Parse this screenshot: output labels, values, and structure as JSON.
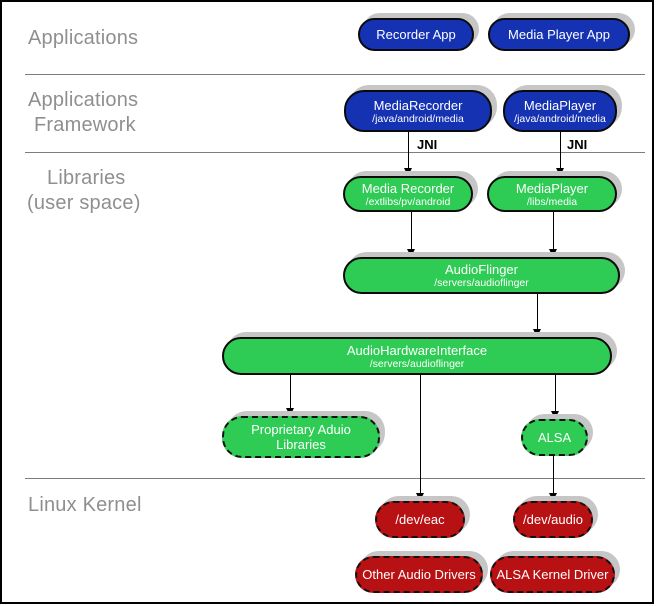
{
  "layers": {
    "applications": "Applications",
    "framework_line1": "Applications",
    "framework_line2": "Framework",
    "libraries_line1": "Libraries",
    "libraries_line2": "(user space)",
    "linux_kernel": "Linux Kernel"
  },
  "edges": {
    "jni_left": "JNI",
    "jni_right": "JNI"
  },
  "nodes": {
    "recorder_app": {
      "title": "Recorder App"
    },
    "media_player_app": {
      "title": "Media Player App"
    },
    "media_recorder_fw": {
      "title": "MediaRecorder",
      "path": "/java/android/media"
    },
    "media_player_fw": {
      "title": "MediaPlayer",
      "path": "/java/android/media"
    },
    "media_recorder_lib": {
      "title": "Media Recorder",
      "path": "/extlibs/pv/android"
    },
    "media_player_lib": {
      "title": "MediaPlayer",
      "path": "/libs/media"
    },
    "audioflinger": {
      "title": "AudioFlinger",
      "path": "/servers/audioflinger"
    },
    "audio_hardware_interface": {
      "title": "AudioHardwareInterface",
      "path": "/servers/audioflinger"
    },
    "proprietary_audio_libraries": {
      "title": "Proprietary Aduio Libraries"
    },
    "alsa": {
      "title": "ALSA"
    },
    "dev_eac": {
      "title": "/dev/eac"
    },
    "dev_audio": {
      "title": "/dev/audio"
    },
    "other_audio_drivers": {
      "title": "Other Audio Drivers"
    },
    "alsa_kernel_driver": {
      "title": "ALSA Kernel Driver"
    }
  },
  "colors": {
    "app_blue": "#1532b2",
    "lib_green": "#2ecc54",
    "kernel_red": "#b81114",
    "shadow_gray": "#c6c6c6",
    "label_gray": "#8f8f8f",
    "separator_gray": "#7d7d7d"
  }
}
